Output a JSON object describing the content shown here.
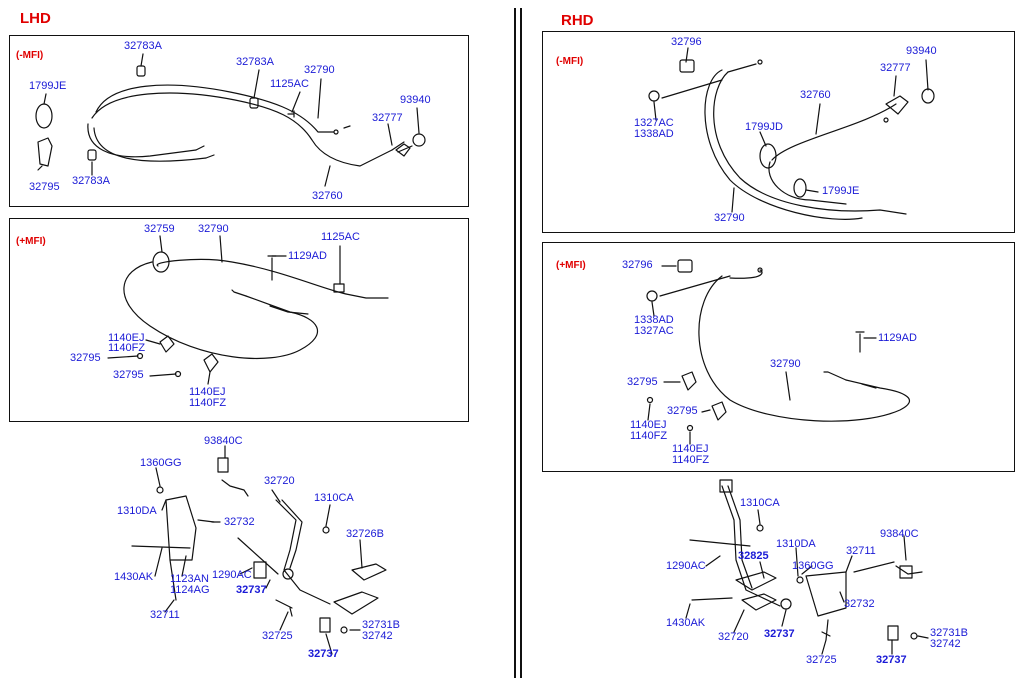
{
  "sections": {
    "lhd": "LHD",
    "rhd": "RHD",
    "minus_mfi": "(-MFI)",
    "plus_mfi": "(+MFI)"
  },
  "colors": {
    "heading": "#e00000",
    "part_label": "#1a1ad6",
    "line": "#111111"
  },
  "labels": {
    "l1_32783a_top": "32783A",
    "l1_32783a_mid": "32783A",
    "l1_32790": "32790",
    "l1_1125ac": "1125AC",
    "l1_1799je": "1799JE",
    "l1_93940": "93940",
    "l1_32777": "32777",
    "l1_32795": "32795",
    "l1_32783a_bot": "32783A",
    "l1_32760": "32760",
    "l2_32759": "32759",
    "l2_32790": "32790",
    "l2_1125ac": "1125AC",
    "l2_1129ad": "1129AD",
    "l2_1140ej_a": "1140EJ",
    "l2_1140fz_a": "1140FZ",
    "l2_32795_a": "32795",
    "l2_32795_b": "32795",
    "l2_1140ej_b": "1140EJ",
    "l2_1140fz_b": "1140FZ",
    "l3_93840c": "93840C",
    "l3_1360gg": "1360GG",
    "l3_1310da": "1310DA",
    "l3_32720": "32720",
    "l3_1310ca": "1310CA",
    "l3_32732": "32732",
    "l3_32726b": "32726B",
    "l3_1430ak": "1430AK",
    "l3_1123an": "1123AN",
    "l3_1124ag": "1124AG",
    "l3_1290ac": "1290AC",
    "l3_32737_a": "32737",
    "l3_32711": "32711",
    "l3_32725": "32725",
    "l3_32731b": "32731B",
    "l3_32742": "32742",
    "l3_32737_b": "32737",
    "r1_32796": "32796",
    "r1_93940": "93940",
    "r1_32777": "32777",
    "r1_32760": "32760",
    "r1_1327ac": "1327AC",
    "r1_1338ad": "1338AD",
    "r1_1799jd": "1799JD",
    "r1_1799je": "1799JE",
    "r1_32790": "32790",
    "r2_32796": "32796",
    "r2_1338ad": "1338AD",
    "r2_1327ac": "1327AC",
    "r2_1129ad": "1129AD",
    "r2_32790": "32790",
    "r2_32795_a": "32795",
    "r2_32795_b": "32795",
    "r2_1140ej_a": "1140EJ",
    "r2_1140fz_a": "1140FZ",
    "r2_1140ej_b": "1140EJ",
    "r2_1140fz_b": "1140FZ",
    "r3_1310ca": "1310CA",
    "r3_1310da": "1310DA",
    "r3_32825": "32825",
    "r3_32711": "32711",
    "r3_93840c": "93840C",
    "r3_1290ac": "1290AC",
    "r3_1360gg": "1360GG",
    "r3_32732": "32732",
    "r3_1430ak": "1430AK",
    "r3_32720": "32720",
    "r3_32737_a": "32737",
    "r3_32731b": "32731B",
    "r3_32742": "32742",
    "r3_32725": "32725",
    "r3_32737_b": "32737"
  }
}
